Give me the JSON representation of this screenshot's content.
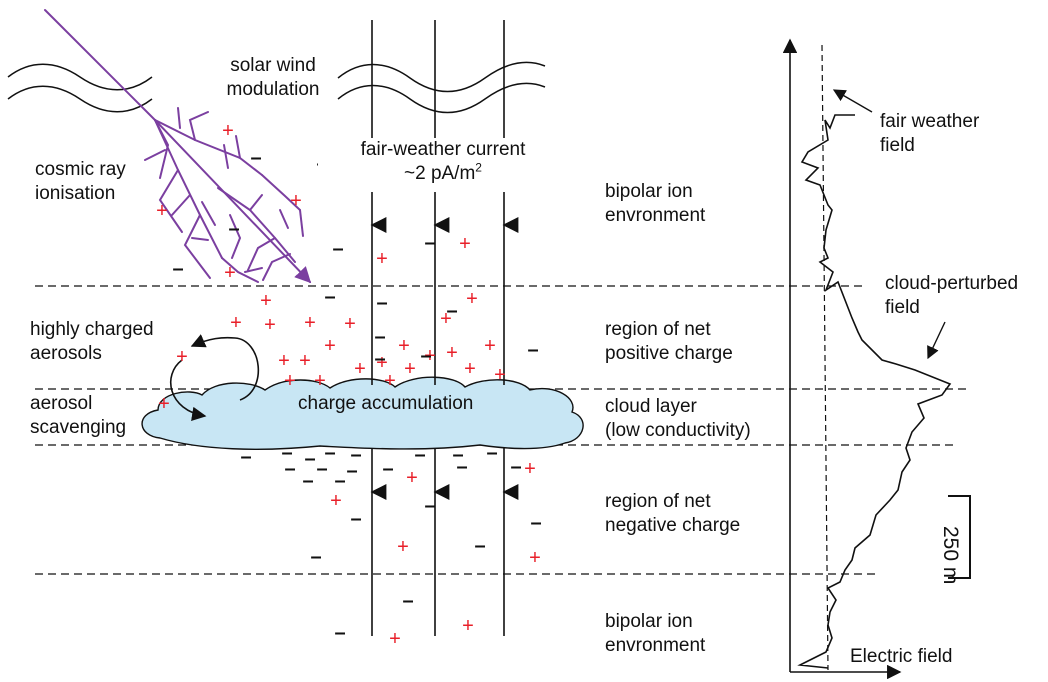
{
  "labels": {
    "solar_wind": [
      "solar wind",
      "modulation"
    ],
    "cosmic_ray": [
      "cosmic ray",
      "ionisation"
    ],
    "fair_current_line1": "fair-weather current",
    "fair_current_line2_prefix": "~2 pA/m",
    "fair_current_line2_sup": "2",
    "highly_charged": [
      "highly charged",
      "aerosols"
    ],
    "scavenging": [
      "aerosol",
      "scavenging"
    ],
    "charge_accumulation": "charge accumulation",
    "fair_weather_field": [
      "fair weather",
      "field"
    ],
    "cloud_perturbed_field": [
      "cloud-perturbed",
      "field"
    ],
    "electric_field": "Electric field",
    "scale_bar": "250 m"
  },
  "regions": [
    {
      "id": "bipolar-top",
      "lines": [
        "bipolar ion",
        "envronment"
      ]
    },
    {
      "id": "net-positive",
      "lines": [
        "region of net",
        "positive charge"
      ]
    },
    {
      "id": "cloud-layer",
      "lines": [
        "cloud layer",
        "(low conductivity)"
      ]
    },
    {
      "id": "net-negative",
      "lines": [
        "region of net",
        "negative charge"
      ]
    },
    {
      "id": "bipolar-bottom",
      "lines": [
        "bipolar ion",
        "envronment"
      ]
    }
  ],
  "colors": {
    "positive": "#e8202a",
    "negative": "#111111",
    "cosmic_ray": "#7b3fa0",
    "cloud_fill": "#c8e6f4",
    "line": "#111111"
  }
}
